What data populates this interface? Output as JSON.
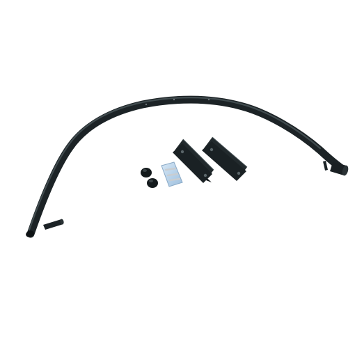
{
  "image": {
    "subject": "product-photo",
    "background_color": "#ffffff"
  },
  "colors": {
    "metal_black": "#1c2326",
    "metal_highlight": "#4a5559",
    "metal_shadow": "#0e1214",
    "packet_blue": "#b9d3ea",
    "packet_edge": "#8aa9c6",
    "screw_silver": "#c9cdd1"
  },
  "parts": {
    "arch_rod": "arch-rod",
    "bracket_count": 2,
    "rubber_cap_count": 2,
    "hardware_packet_count": 1
  }
}
